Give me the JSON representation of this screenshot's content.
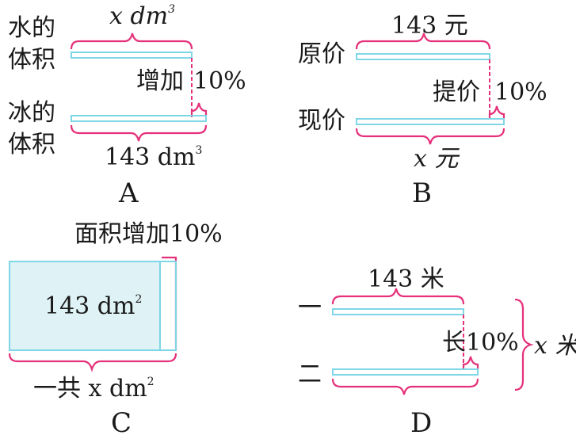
{
  "colors": {
    "bar": "#7fd6e6",
    "brace": "#e5317a",
    "area_fill": "#dff2f6",
    "text": "#1a1a1a"
  },
  "panelA": {
    "row1": [
      "水的",
      "体积"
    ],
    "row2": [
      "冰的",
      "体积"
    ],
    "top": "x dm",
    "top_exp": "3",
    "increase": "增加",
    "pct": "10%",
    "bottom": "143 dm",
    "bottom_exp": "3",
    "letter": "A"
  },
  "panelB": {
    "row1": "原价",
    "row2": "现价",
    "top": "143 元",
    "increase": "提价",
    "pct": "10%",
    "bottom": "x 元",
    "letter": "B"
  },
  "panelC": {
    "caption": "面积增加10%",
    "area": "143 dm",
    "area_exp": "2",
    "bottom": "一共 x dm",
    "bottom_exp": "2",
    "letter": "C"
  },
  "panelD": {
    "row1": "一",
    "row2": "二",
    "top": "143 米",
    "increase": "长",
    "pct": "10%",
    "total": "x 米",
    "letter": "D"
  }
}
